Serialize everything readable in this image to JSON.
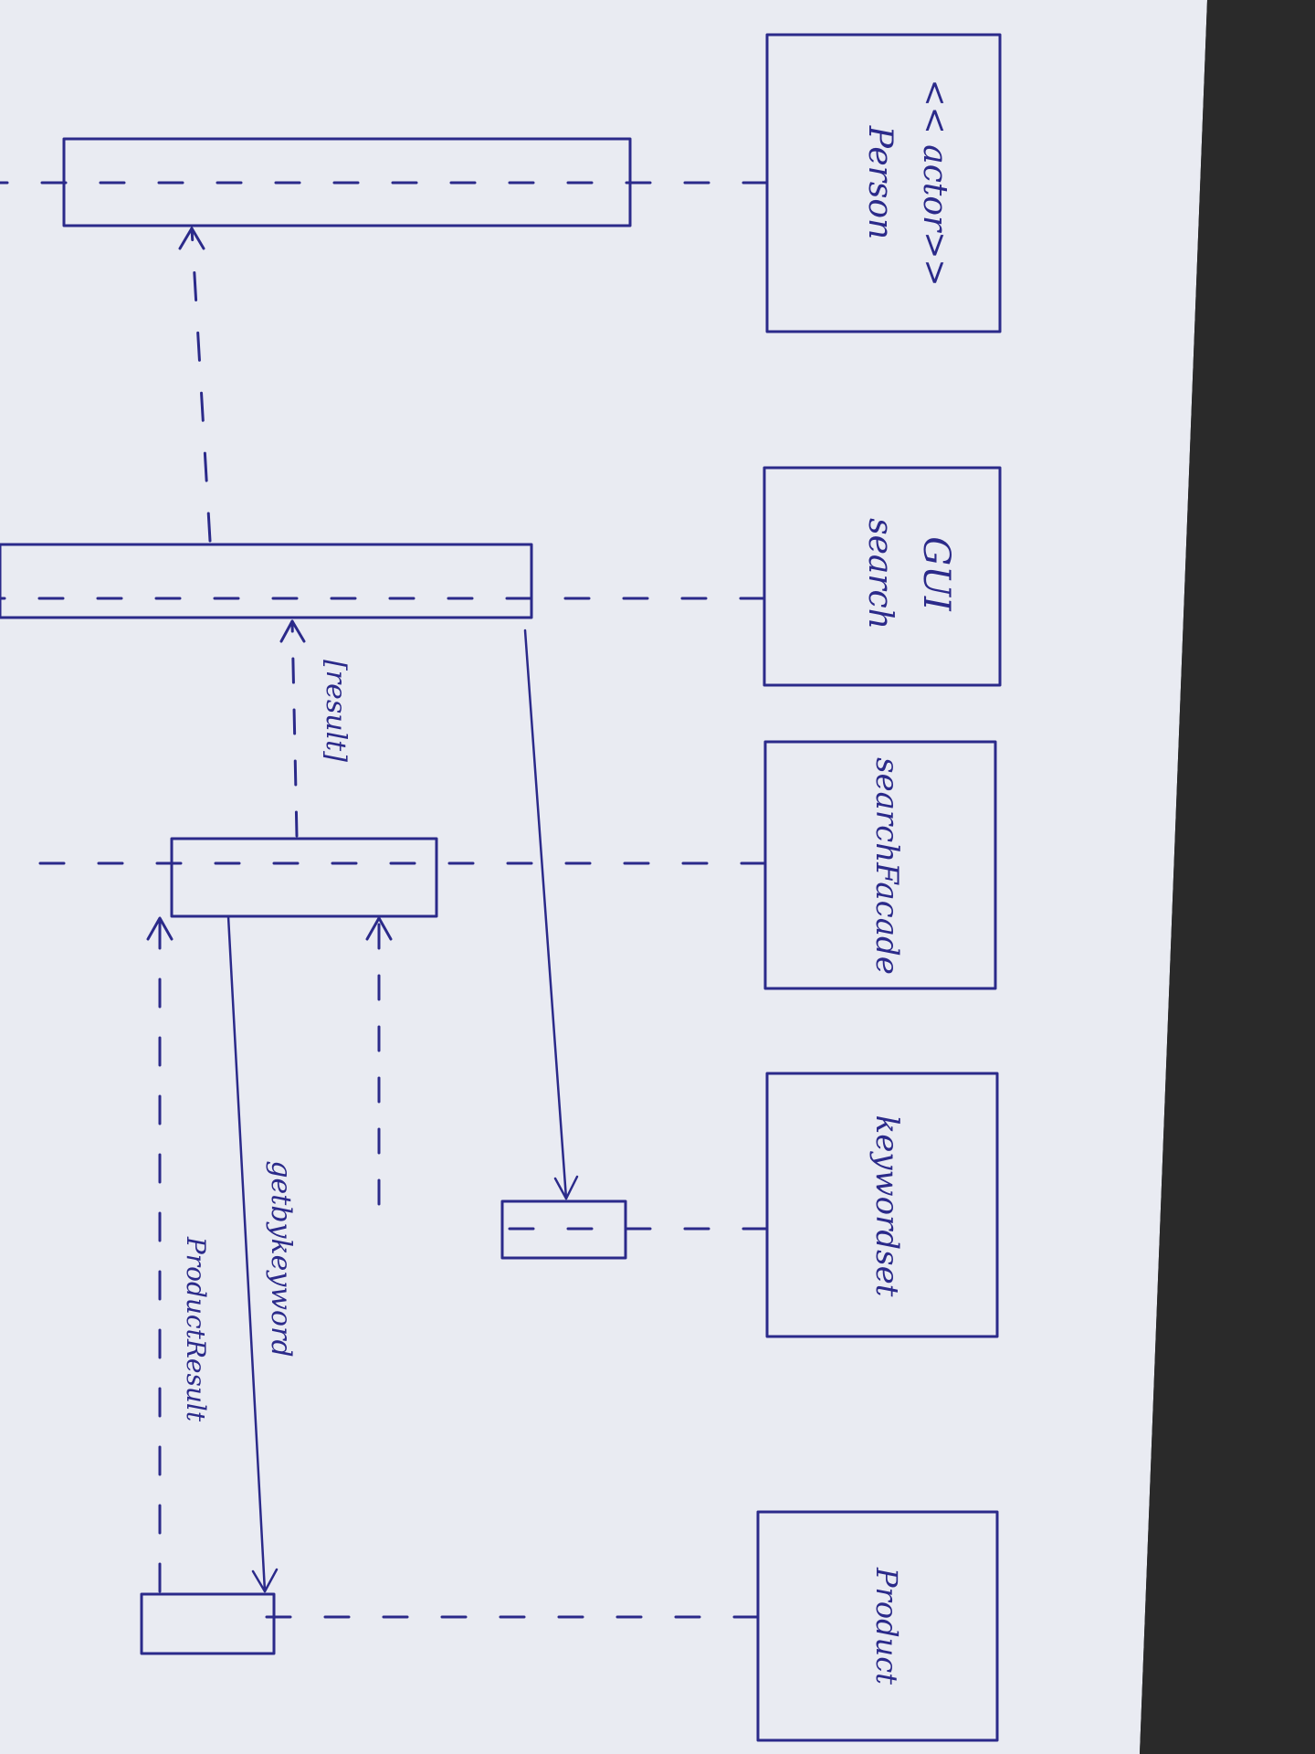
{
  "diagram": {
    "kind": "sequence-diagram-sketch",
    "ink_color": "#2b2a8a",
    "paper_color": "#e9ebf2",
    "desk_color": "#1e1e1e",
    "participants": [
      {
        "id": "person",
        "stereotype": "<< actor>>",
        "label": "Person"
      },
      {
        "id": "gui",
        "stereotype": "GUI",
        "label": "search"
      },
      {
        "id": "facade",
        "stereotype": "",
        "label": "searchFacade"
      },
      {
        "id": "keyword",
        "stereotype": "",
        "label": "keywordset"
      },
      {
        "id": "product",
        "stereotype": "",
        "label": "Product"
      }
    ],
    "messages": [
      {
        "id": "m1",
        "label": "",
        "style": "solid",
        "from": "gui",
        "to": "keyword"
      },
      {
        "id": "m2",
        "label": "",
        "style": "dashed",
        "from": "keyword",
        "to": "facade"
      },
      {
        "id": "m3",
        "label": "[result]",
        "style": "dashed",
        "from": "facade",
        "to": "gui"
      },
      {
        "id": "m4",
        "label": "",
        "style": "dashed",
        "from": "gui",
        "to": "person"
      },
      {
        "id": "m5",
        "label": "getbykeyword",
        "style": "solid",
        "from": "facade",
        "to": "product"
      },
      {
        "id": "m6",
        "label": "ProductResult",
        "style": "dashed",
        "from": "product",
        "to": "facade"
      }
    ]
  }
}
